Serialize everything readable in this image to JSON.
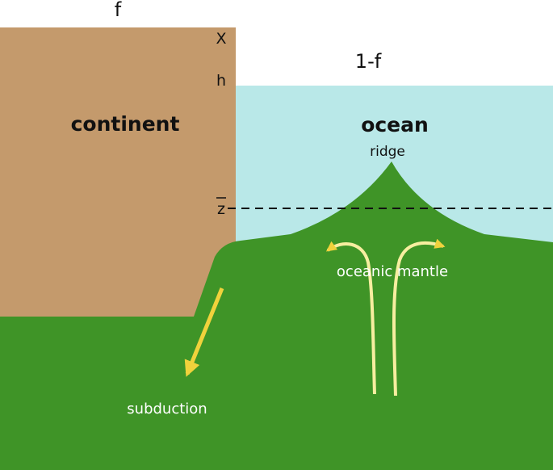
{
  "labels": {
    "f": "f",
    "one_minus_f": "1-f",
    "x": "X",
    "h": "h",
    "z_bar": "z",
    "continent": "continent",
    "ocean": "ocean",
    "ridge": "ridge",
    "oceanic_mantle": "oceanic mantle",
    "subduction": "subduction"
  },
  "colors": {
    "continent": "#c49a6c",
    "ocean": "#b9e8e8",
    "mantle": "#3f9427",
    "arrow": "#f0d23c",
    "arrow_stream": "#f7eea0",
    "dashed_line": "#111111"
  }
}
